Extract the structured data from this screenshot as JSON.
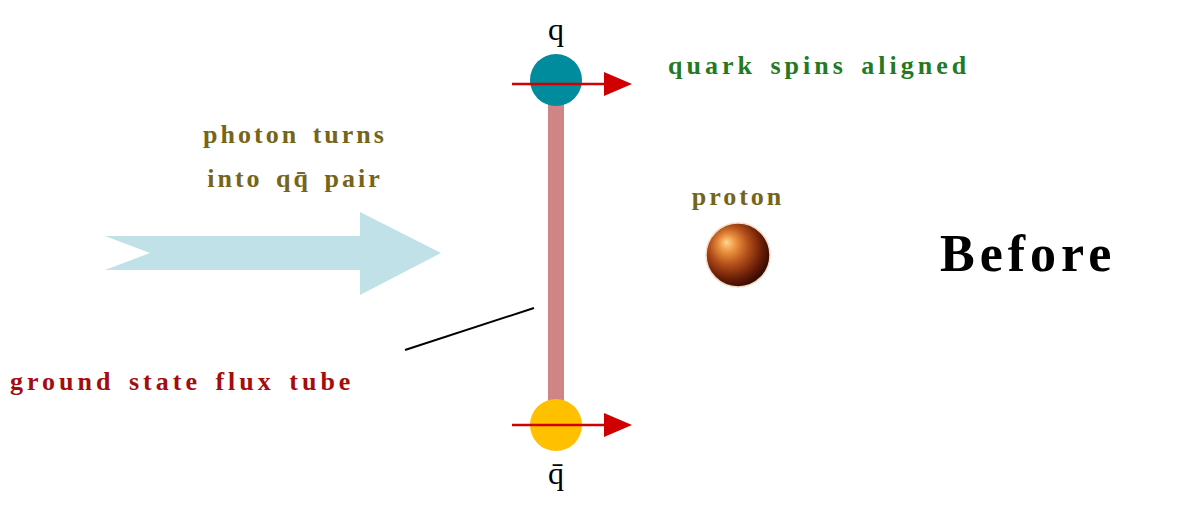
{
  "diagram": {
    "title": "Before",
    "nodes": [
      {
        "text": [
          "q"
        ]
      },
      {
        "text": [
          "proton"
        ]
      },
      {
        "text": [
          "q̄"
        ]
      }
    ],
    "edges": [
      {
        "from": 0,
        "to": 2,
        "arrow": "none"
      }
    ],
    "labels": [
      "quark spins aligned",
      "photon turns into qq̄ pair",
      "ground state flux tube"
    ]
  }
}
